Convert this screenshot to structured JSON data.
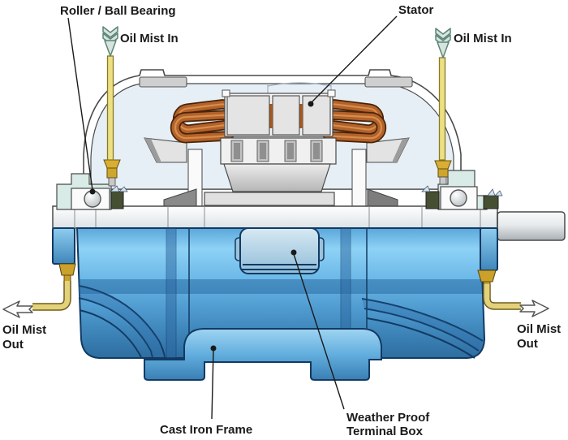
{
  "figure": {
    "labels": {
      "bearing": "Roller / Ball Bearing",
      "stator": "Stator",
      "oil_mist_in_left": "Oil Mist In",
      "oil_mist_in_right": "Oil Mist In",
      "oil_mist_out_left_line1": "Oil Mist",
      "oil_mist_out_left_line2": "Out",
      "oil_mist_out_right_line1": "Oil Mist",
      "oil_mist_out_right_line2": "Out",
      "cast_iron_frame": "Cast Iron Frame",
      "terminal_box_line1": "Weather Proof",
      "terminal_box_line2": "Terminal Box"
    },
    "colors": {
      "bg": "#ffffff",
      "frame_blue": "#5aa7da",
      "frame_blue_light": "#8ed2f6",
      "frame_blue_dark": "#123a63",
      "terminal_box_blue": "#c2dcec",
      "copper_winding": "#b2622b",
      "copper_dark": "#4a2408",
      "oil_pipe_yellow": "#e3d27b",
      "pipe_fitting_gold": "#cba12c",
      "shell_interior": "#e7eff6",
      "metal_gray": "#e4e4e4",
      "bearing_housing_teal": "#d9ebe6",
      "in_arrow_teal": "#5c8577",
      "text_black": "#1a1a1a"
    }
  }
}
